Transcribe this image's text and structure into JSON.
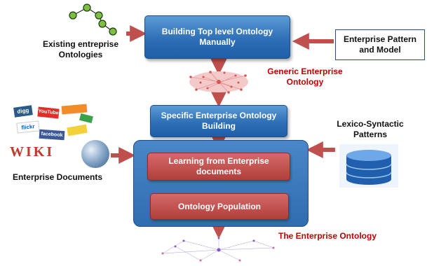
{
  "sources": {
    "existing_ontologies": "Existing entreprise Ontologies",
    "enterprise_pattern": "Enterprise Pattern and Model",
    "enterprise_documents": "Enterprise Documents",
    "lexico_syntactic": "Lexico-Syntactic Patterns"
  },
  "steps": {
    "top_level": "Building Top level Ontology Manually",
    "specific": "Specific Enterprise Ontology Building",
    "learning": "Learning  from Enterprise documents",
    "population": "Ontology Population"
  },
  "outputs": {
    "generic": "Generic  Enterprise Ontology",
    "final": "The Enterprise Ontology"
  },
  "doc_logos": [
    "WIKI",
    "flickr",
    "facebook",
    "YouTube",
    "digg"
  ],
  "colors": {
    "blue_box": "#2e6fb7",
    "red_box": "#c0504d",
    "arrow": "#c0504d",
    "output_label": "#c00000"
  }
}
